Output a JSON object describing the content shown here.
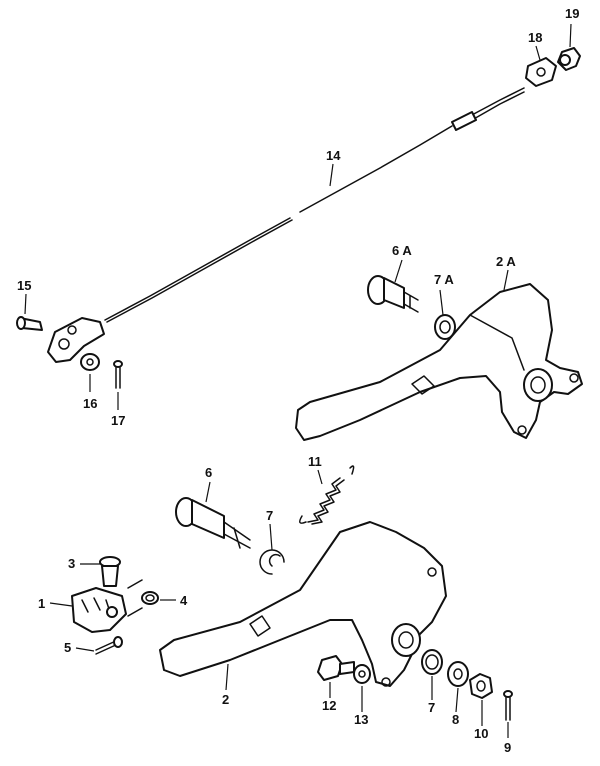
{
  "diagram": {
    "type": "exploded-parts-diagram",
    "colors": {
      "ink": "#111111",
      "background": "#ffffff"
    },
    "callouts": {
      "p1": "1",
      "p2": "2",
      "p2a": "2 A",
      "p3": "3",
      "p4": "4",
      "p5": "5",
      "p6": "6",
      "p6a": "6 A",
      "p7": "7",
      "p7b": "7",
      "p7a": "7 A",
      "p8": "8",
      "p9": "9",
      "p10": "10",
      "p11": "11",
      "p12": "12",
      "p13": "13",
      "p14": "14",
      "p15": "15",
      "p16": "16",
      "p17": "17",
      "p18": "18",
      "p19": "19"
    }
  }
}
